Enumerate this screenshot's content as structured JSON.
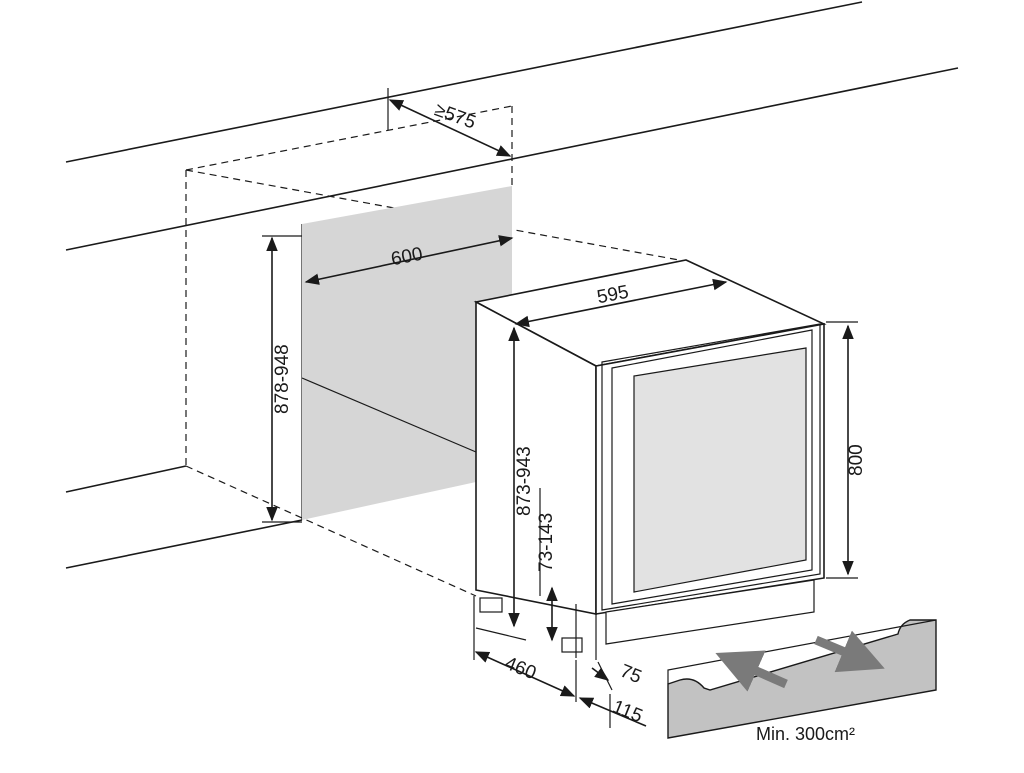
{
  "colors": {
    "line": "#1a1a1a",
    "cavity_shade": "#d6d6d6",
    "glass": "#e2e2e2",
    "grille": "#c2c2c2",
    "airflow_arrow": "#7a7a7a",
    "background": "#ffffff"
  },
  "dimensions": {
    "depth_cavity": "≥575",
    "width_cavity": "600",
    "height_cavity": "878-948",
    "width_appliance": "595",
    "height_appliance": "873-943",
    "feet_height": "73-143",
    "door_height": "800",
    "depth_appliance": "460",
    "plinth_offset": "75",
    "plinth_depth": "115"
  },
  "ventilation": {
    "label": "Min. 300cm²",
    "icon": "airflow-arrows-icon"
  }
}
